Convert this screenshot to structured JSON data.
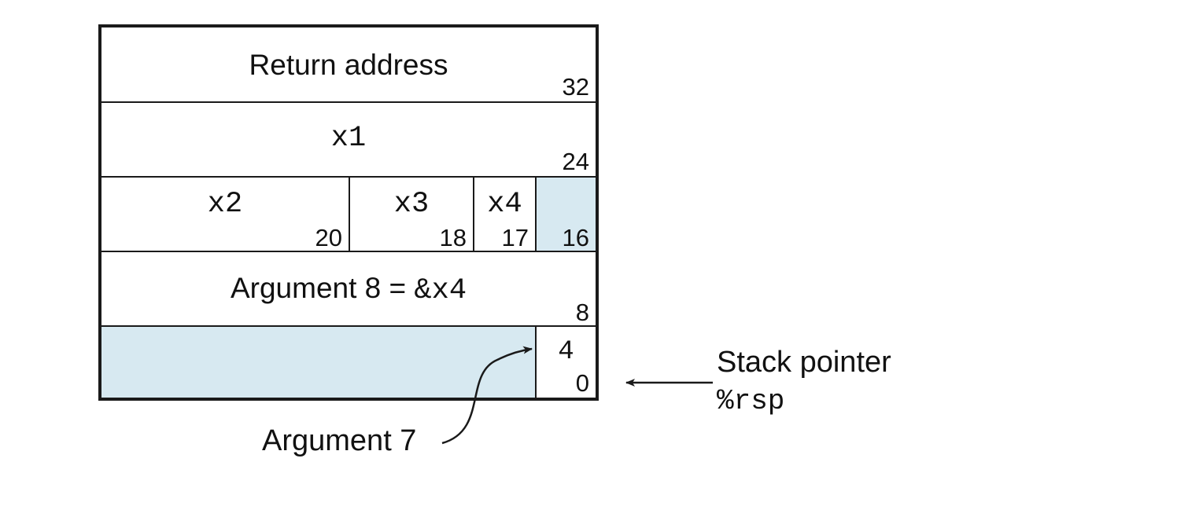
{
  "stack": {
    "return_address": {
      "label": "Return address",
      "offset": "32"
    },
    "x1": {
      "label": "x1",
      "offset": "24"
    },
    "x2": {
      "label": "x2",
      "offset": "20"
    },
    "x3": {
      "label": "x3",
      "offset": "18"
    },
    "x4": {
      "label": "x4",
      "offset": "17"
    },
    "pad16": {
      "offset": "16"
    },
    "arg8": {
      "text": "Argument 8 = ",
      "code": "&x4",
      "offset": "8"
    },
    "arg7": {
      "size_label": "4",
      "offset": "0"
    }
  },
  "annotations": {
    "argument7": "Argument 7",
    "stack_pointer": "Stack pointer",
    "register": "%rsp"
  },
  "colors": {
    "shaded": "#d7e9f1",
    "line": "#1a1a1a"
  }
}
